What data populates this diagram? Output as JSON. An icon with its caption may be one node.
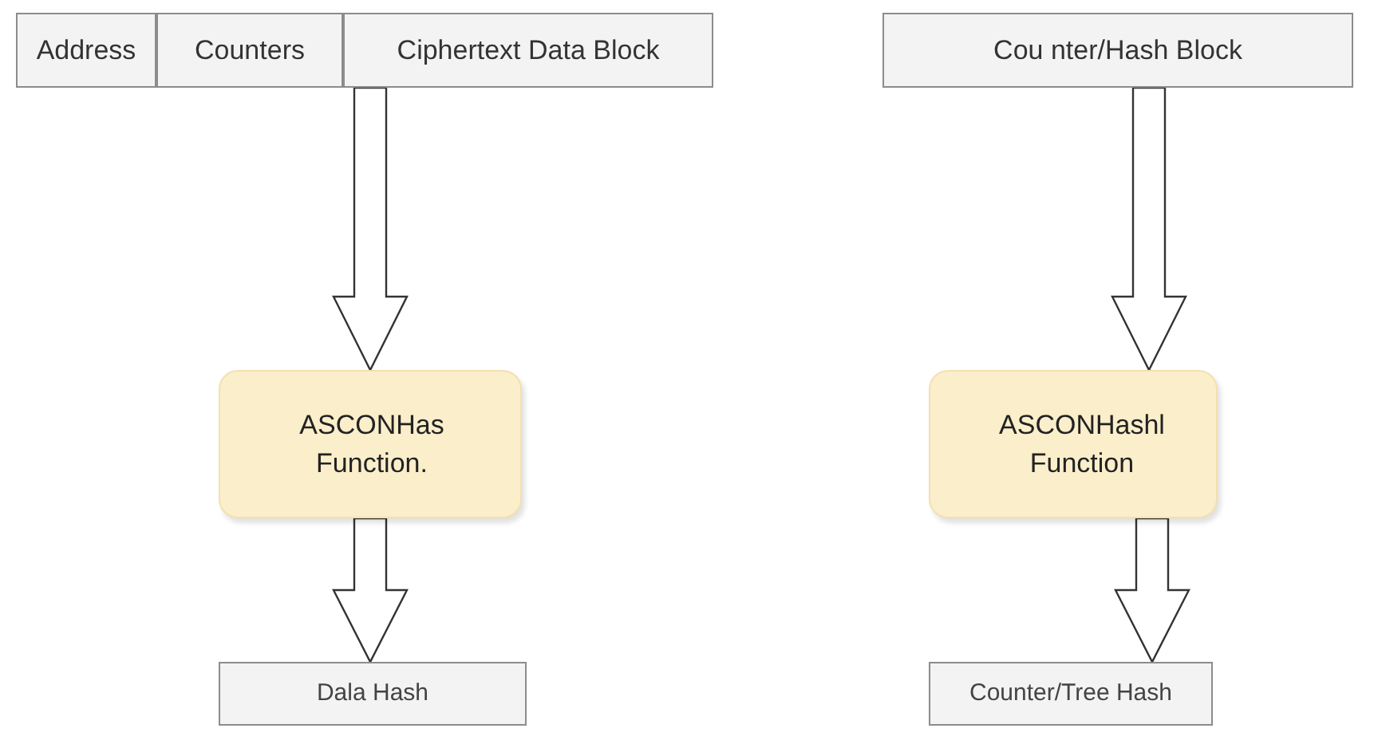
{
  "diagram": {
    "nodes": [
      {
        "text": [
          "Address"
        ]
      },
      {
        "text": [
          "Counters"
        ]
      },
      {
        "text": [
          "Ciphertext Data Block"
        ]
      },
      {
        "text": [
          "Cou nter/Hash Block"
        ]
      },
      {
        "text": [
          "ASCONHas Function."
        ]
      },
      {
        "text": [
          "ASCONHashl Function"
        ]
      },
      {
        "text": [
          "Dala Hash"
        ]
      },
      {
        "text": [
          "Counter/Tree Hash"
        ]
      }
    ],
    "edges": [
      {
        "from": 2,
        "to": 4,
        "arrow": "to"
      },
      {
        "from": 4,
        "to": 6,
        "arrow": "to"
      },
      {
        "from": 3,
        "to": 5,
        "arrow": "to"
      },
      {
        "from": 5,
        "to": 7,
        "arrow": "to"
      }
    ]
  }
}
